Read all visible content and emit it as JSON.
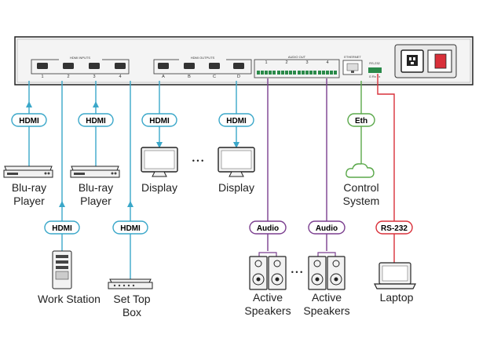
{
  "device": {
    "hdmi_inputs_label": "HDMI INPUTS",
    "hdmi_outputs_label": "HDMI OUTPUTS",
    "audio_out_label": "AUDIO OUT",
    "ethernet_label": "ETHERNET",
    "rs232_label": "RS-232",
    "input_ports": [
      "1",
      "2",
      "3",
      "4"
    ],
    "output_ports": [
      "A",
      "B",
      "C",
      "D"
    ],
    "audio_ports": [
      "1",
      "2",
      "3",
      "4"
    ],
    "rs232_pins": "G Rx Tx"
  },
  "connections": {
    "hdmi": "HDMI",
    "eth": "Eth",
    "audio": "Audio",
    "rs232": "RS-232"
  },
  "devices": {
    "bluray_1_line1": "Blu-ray",
    "bluray_1_line2": "Player",
    "bluray_2_line1": "Blu-ray",
    "bluray_2_line2": "Player",
    "display_1": "Display",
    "display_2": "Display",
    "control_line1": "Control",
    "control_line2": "System",
    "workstation": "Work Station",
    "settop_line1": "Set Top",
    "settop_line2": "Box",
    "speakers_1_line1": "Active",
    "speakers_1_line2": "Speakers",
    "speakers_2_line1": "Active",
    "speakers_2_line2": "Speakers",
    "laptop": "Laptop"
  },
  "ellipsis": "• • •",
  "colors": {
    "hdmi": "#3aa7c9",
    "eth": "#5aa84a",
    "audio": "#7b3f8f",
    "rs232": "#d9303a",
    "device_body": "#f2f2f2",
    "outline": "#222222"
  }
}
